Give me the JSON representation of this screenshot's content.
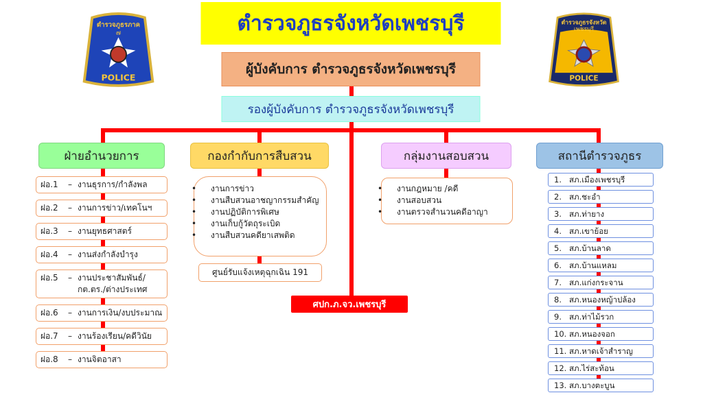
{
  "title": "ตำรวจภูธรจังหวัดเพชรบุรี",
  "logos": {
    "left": {
      "text": "ตำรวจภูธรภาค ๗",
      "label": "POLICE"
    },
    "right": {
      "text": "ตำรวจภูธรจังหวัด เพชรบุรี",
      "label": "POLICE"
    }
  },
  "commander": "ผู้บังคับการ ตำรวจภูธรจังหวัดเพชรบุรี",
  "deputy": "รองผู้บังคับการ  ตำรวจภูธรจังหวัดเพชรบุรี",
  "admin": {
    "header": "ฝ่ายอำนวยการ",
    "items": [
      {
        "code": "ฝอ.1",
        "label": "งานธุรการ/กำลังพล"
      },
      {
        "code": "ฝอ.2",
        "label": "งานการข่าว/เทคโนฯ"
      },
      {
        "code": "ฝอ.3",
        "label": "งานยุทธศาสตร์"
      },
      {
        "code": "ฝอ.4",
        "label": "งานส่งกำลังบำรุง"
      },
      {
        "code": "ฝอ.5",
        "label": "งานประชาสัมพันธ์/",
        "label2": "กต.ตร./ต่างประเทศ"
      },
      {
        "code": "ฝอ.6",
        "label": "งานการเงิน/งบประมาณ"
      },
      {
        "code": "ฝอ.7",
        "label": "งานร้องเรียน/คดีวินัย"
      },
      {
        "code": "ฝอ.8",
        "label": "งานจิตอาสา"
      }
    ]
  },
  "investigation": {
    "header": "กองกำกับการสืบสวน",
    "items": [
      "งานการข่าว",
      "งานสืบสวนอาชญากรรมสำคัญ",
      "งานปฏิบัติการพิเศษ",
      "งานเก็บกู้วัตถุระเบิด",
      "งานสืบสวนคดียาเสพติด"
    ],
    "hotline": "ศูนย์รับแจ้งเหตุฉุกเฉิน 191"
  },
  "inquiry": {
    "header": "กลุ่มงานสอบสวน",
    "items": [
      "งานกฎหมาย /คดี",
      "งานสอบสวน",
      "งานตรวจสำนวนคดีอาญา"
    ]
  },
  "command_center": "ศปก.ภ.จว.เพชรบุรี",
  "stations": {
    "header": "สถานีตำรวจภูธร",
    "items": [
      {
        "n": "1.",
        "name": "สภ.เมืองเพชรบุรี"
      },
      {
        "n": "2.",
        "name": "สภ.ชะอำ"
      },
      {
        "n": "3.",
        "name": "สภ.ท่ายาง"
      },
      {
        "n": "4.",
        "name": "สภ.เขาย้อย"
      },
      {
        "n": "5.",
        "name": "สภ.บ้านลาด"
      },
      {
        "n": "6.",
        "name": "สภ.บ้านแหลม"
      },
      {
        "n": "7.",
        "name": "สภ.แก่งกระจาน"
      },
      {
        "n": "8.",
        "name": "สภ.หนองหญ้าปล้อง"
      },
      {
        "n": "9.",
        "name": "สภ.ท่าไม้รวก"
      },
      {
        "n": "10.",
        "name": "สภ.หนองจอก"
      },
      {
        "n": "11.",
        "name": "สภ.หาดเจ้าสำราญ"
      },
      {
        "n": "12.",
        "name": "สภ.ไร่สะท้อน"
      },
      {
        "n": "13.",
        "name": "สภ.บางตะบูน"
      }
    ]
  }
}
